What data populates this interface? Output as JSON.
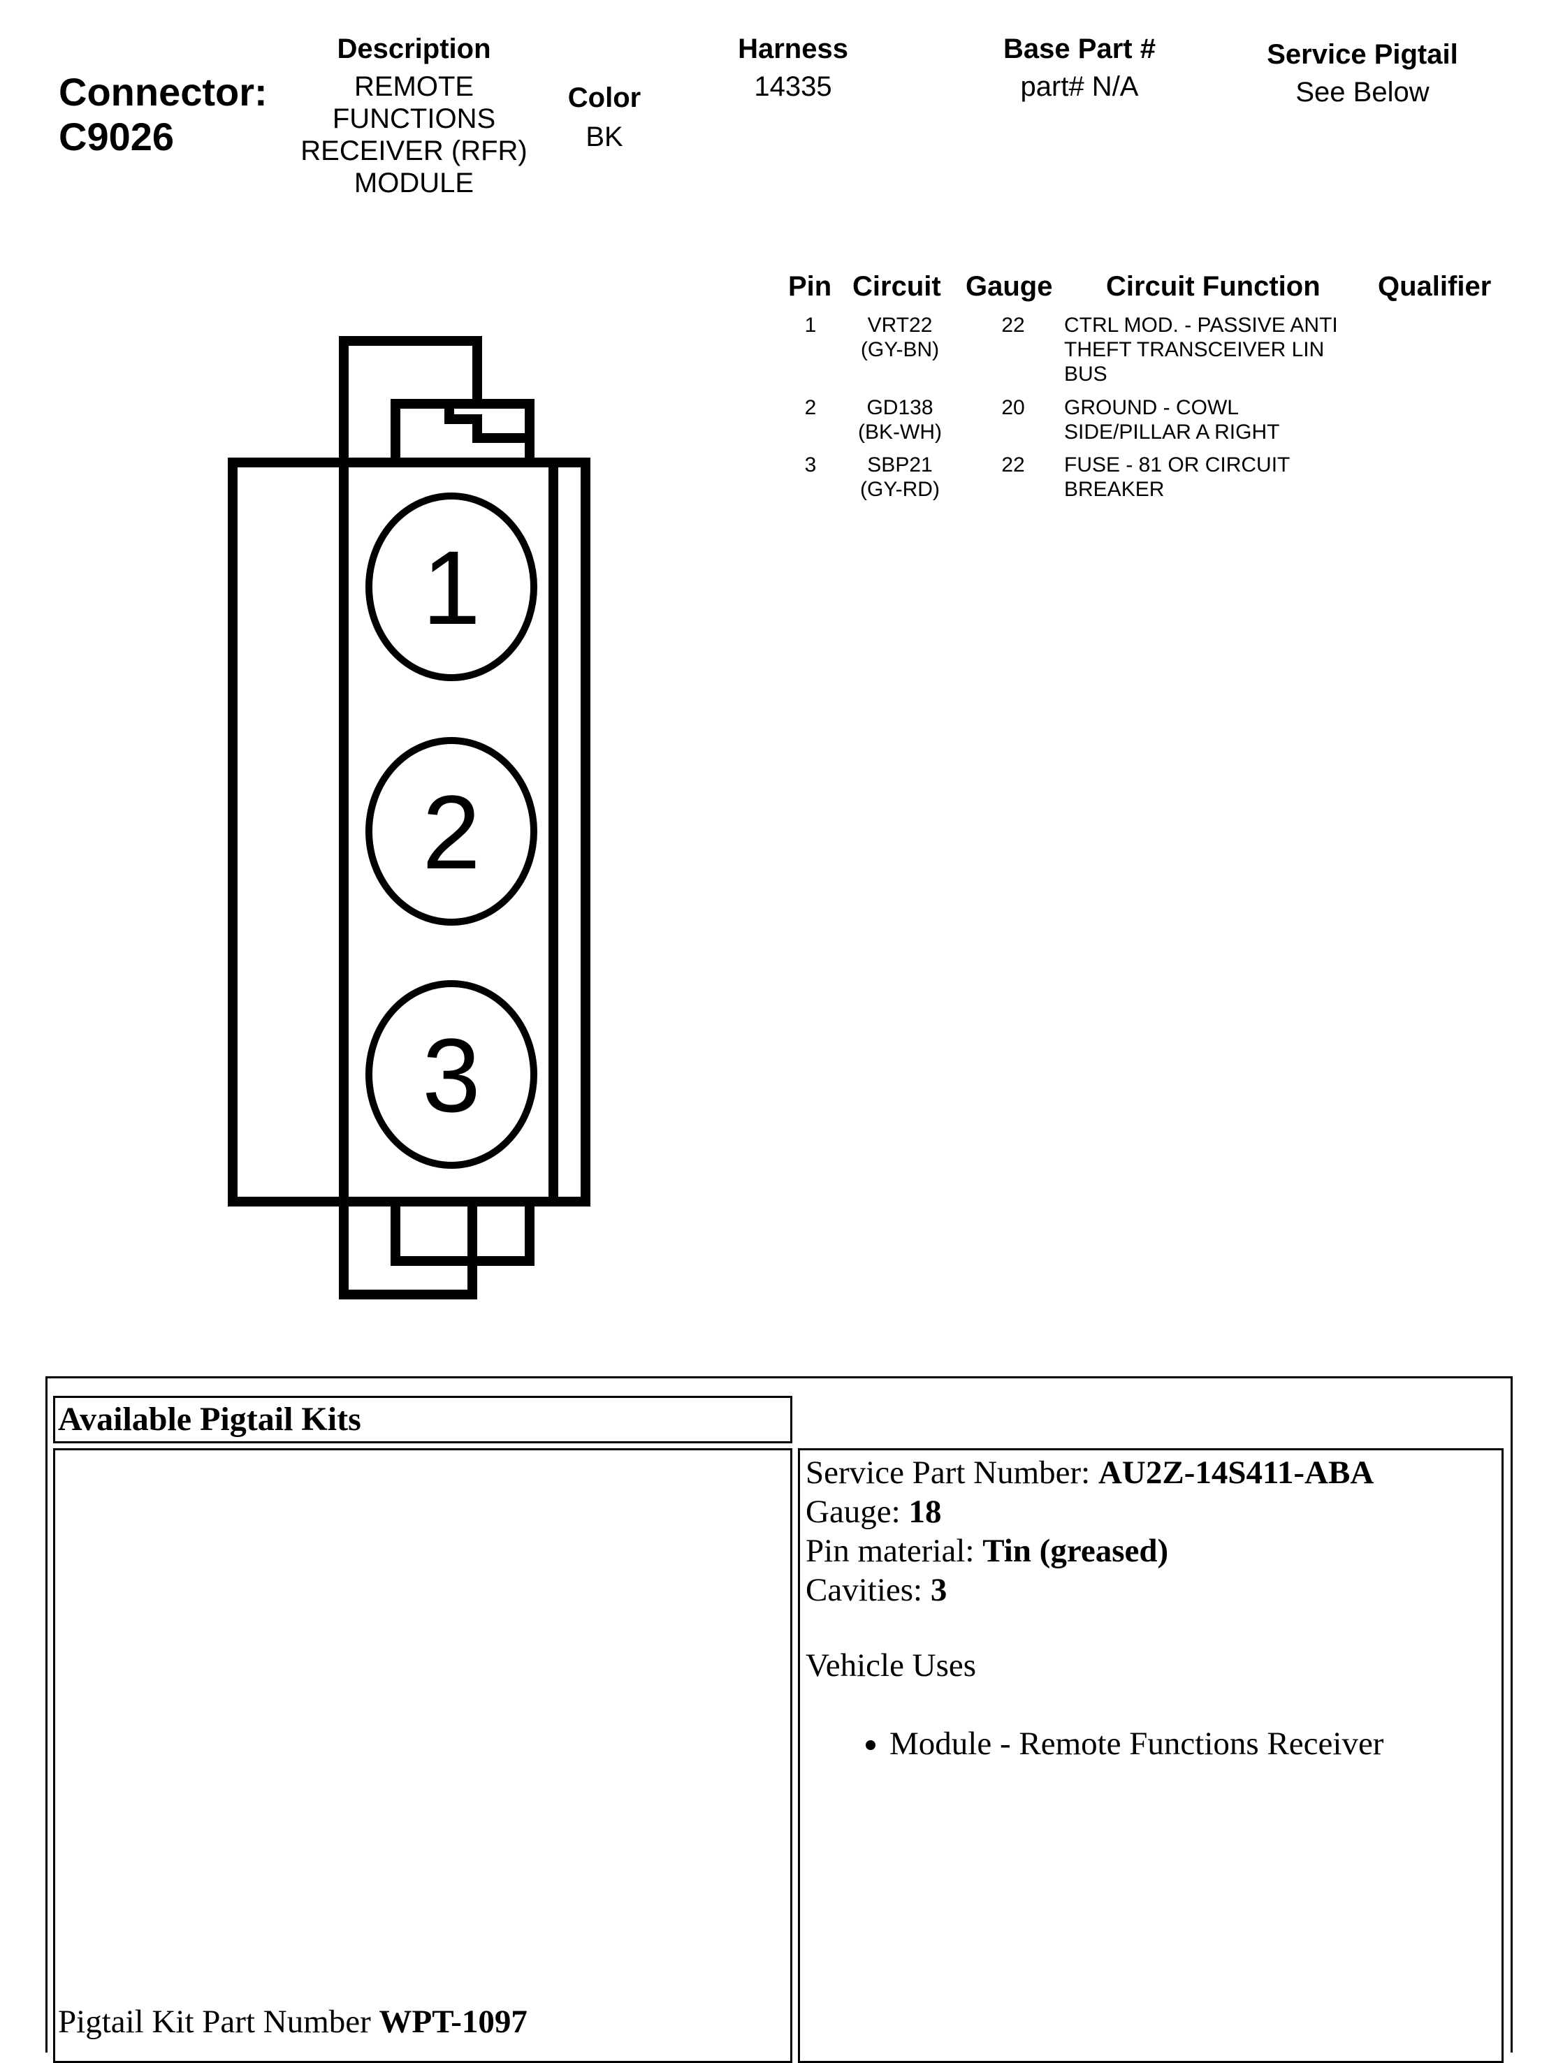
{
  "connector": {
    "label": "Connector:",
    "id": "C9026"
  },
  "header": {
    "description": {
      "label": "Description",
      "lines": [
        "REMOTE",
        "FUNCTIONS",
        "RECEIVER (RFR)",
        "MODULE"
      ]
    },
    "color": {
      "label": "Color",
      "value": "BK"
    },
    "harness": {
      "label": "Harness",
      "value": "14335"
    },
    "base_part": {
      "label": "Base Part #",
      "value": "part# N/A"
    },
    "service_pigtail": {
      "label": "Service Pigtail",
      "value": "See Below"
    }
  },
  "pin_table": {
    "columns": [
      "Pin",
      "Circuit",
      "Gauge",
      "Circuit Function",
      "Qualifier"
    ],
    "rows": [
      {
        "pin": "1",
        "circuit": [
          "VRT22",
          "(GY-BN)"
        ],
        "gauge": "22",
        "function": [
          "CTRL MOD. - PASSIVE ANTI",
          "THEFT TRANSCEIVER LIN",
          "BUS"
        ],
        "qualifier": ""
      },
      {
        "pin": "2",
        "circuit": [
          "GD138",
          "(BK-WH)"
        ],
        "gauge": "20",
        "function": [
          "GROUND - COWL",
          "SIDE/PILLAR A RIGHT"
        ],
        "qualifier": ""
      },
      {
        "pin": "3",
        "circuit": [
          "SBP21",
          "(GY-RD)"
        ],
        "gauge": "22",
        "function": [
          "FUSE - 81 OR CIRCUIT",
          "BREAKER"
        ],
        "qualifier": ""
      }
    ]
  },
  "diagram": {
    "cavities": [
      "1",
      "2",
      "3"
    ]
  },
  "pigtail": {
    "section_title": "Available Pigtail Kits",
    "kit_label": "Pigtail Kit Part Number ",
    "kit_number": "WPT-1097",
    "service_part_label": "Service Part Number: ",
    "service_part_value": "AU2Z-14S411-ABA",
    "gauge_label": "Gauge: ",
    "gauge_value": "18",
    "pin_material_label": "Pin material: ",
    "pin_material_value": "Tin (greased)",
    "cavities_label": "Cavities: ",
    "cavities_value": "3",
    "vehicle_uses_title": "Vehicle Uses",
    "vehicle_uses": [
      "Module - Remote Functions Receiver"
    ]
  }
}
